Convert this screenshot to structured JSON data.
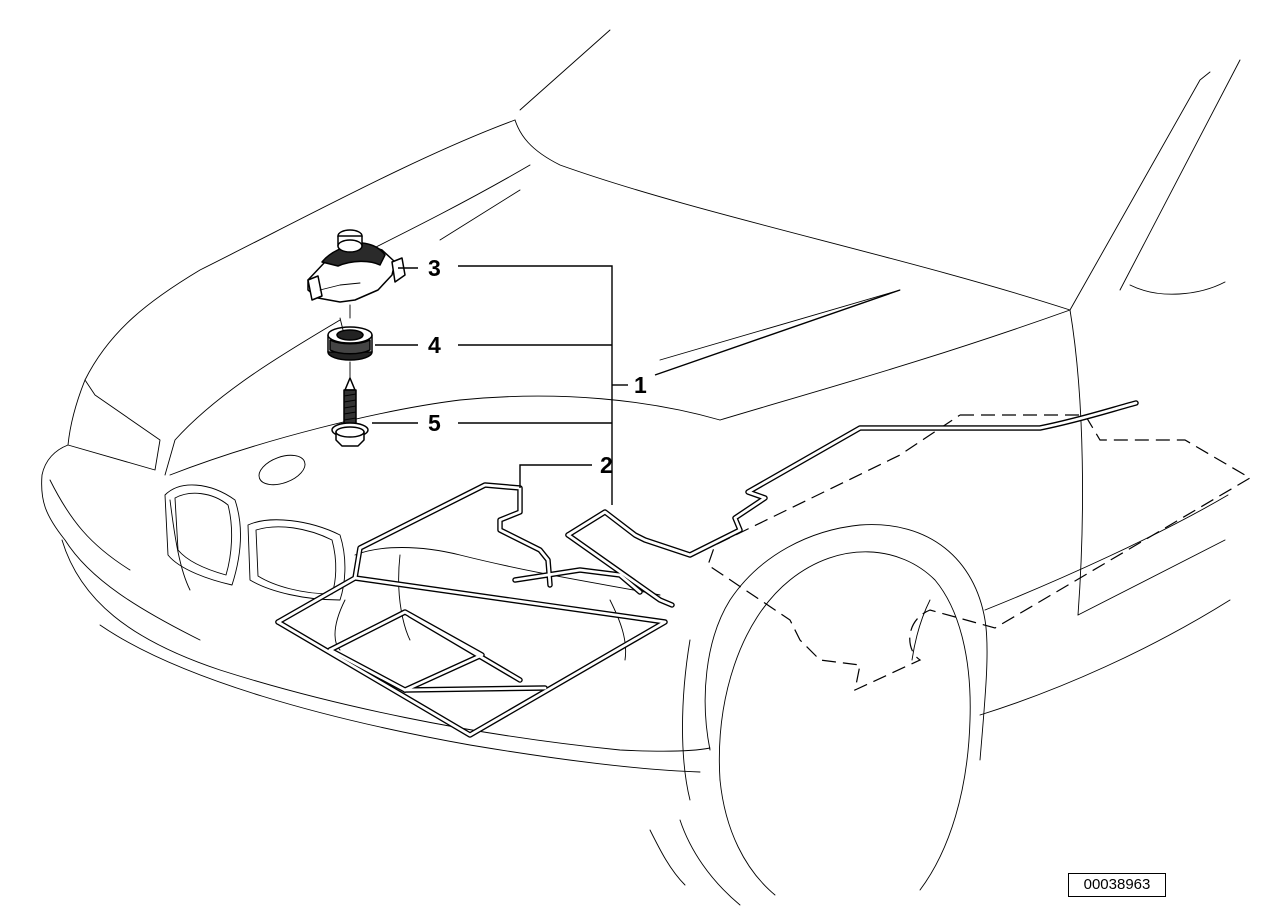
{
  "callouts": {
    "c1": "1",
    "c2": "2",
    "c3": "3",
    "c4": "4",
    "c5": "5"
  },
  "reference_number": "00038963",
  "colors": {
    "line": "#000000",
    "background": "#ffffff"
  }
}
